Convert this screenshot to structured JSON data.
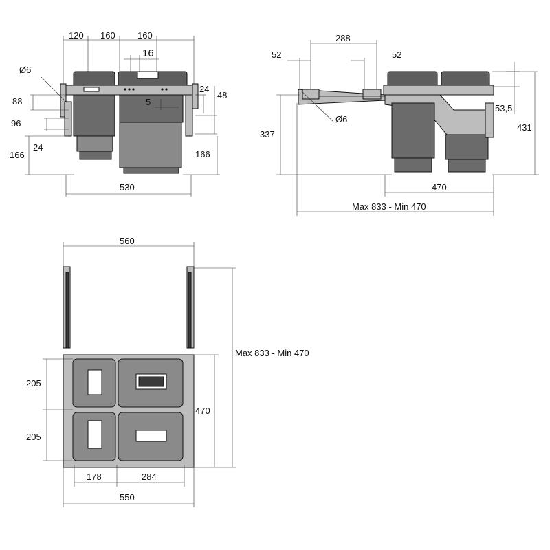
{
  "labels": {
    "front": {
      "w120": "120",
      "w160a": "160",
      "w160b": "160",
      "w16": "16",
      "d6": "Ø6",
      "h88": "88",
      "h5": "5",
      "h24r": "24",
      "h48": "48",
      "h96": "96",
      "h24l": "24",
      "h166l": "166",
      "h166r": "166",
      "w530": "530"
    },
    "side": {
      "w288": "288",
      "w52a": "52",
      "w52b": "52",
      "d6": "Ø6",
      "h337": "337",
      "h53": "53,5",
      "h431": "431",
      "w470": "470",
      "range": "Max 833 - Min 470"
    },
    "top": {
      "w560": "560",
      "range": "Max 833 - Min 470",
      "h205a": "205",
      "h205b": "205",
      "h470": "470",
      "w178": "178",
      "w284": "284",
      "w550": "550"
    }
  }
}
